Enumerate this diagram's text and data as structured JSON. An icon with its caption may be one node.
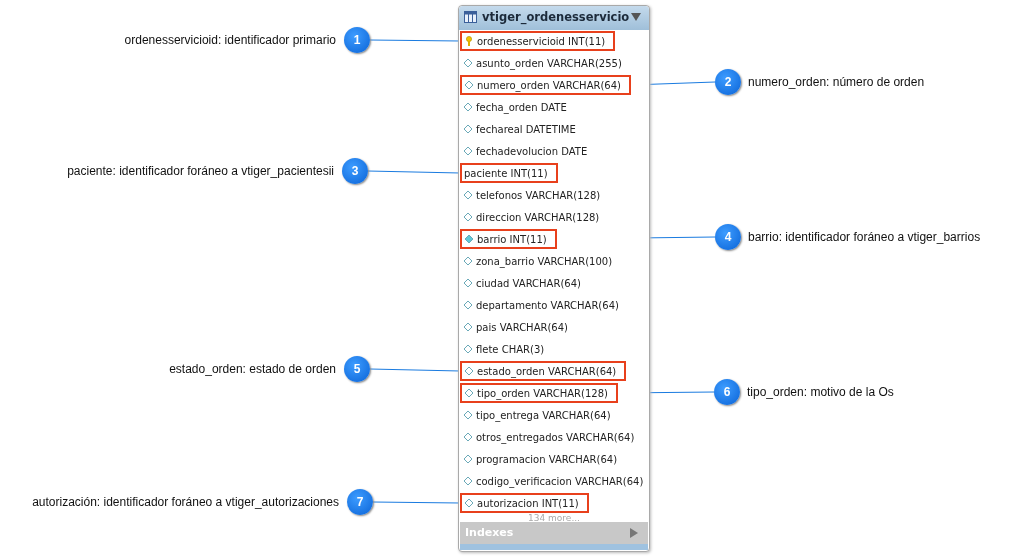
{
  "diagram": {
    "nodes": [
      {
        "text": [
          "vtiger_ordenesservicio"
        ]
      },
      {
        "text": [
          "ordenesservicioid INT(11)"
        ],
        "in": 0
      },
      {
        "text": [
          "asunto_orden VARCHAR(255)"
        ],
        "in": 0
      },
      {
        "text": [
          "numero_orden VARCHAR(64)"
        ],
        "in": 0
      },
      {
        "text": [
          "fecha_orden DATE"
        ],
        "in": 0
      },
      {
        "text": [
          "fechareal DATETIME"
        ],
        "in": 0
      },
      {
        "text": [
          "fechadevolucion DATE"
        ],
        "in": 0
      },
      {
        "text": [
          "paciente INT(11)"
        ],
        "in": 0
      },
      {
        "text": [
          "telefonos VARCHAR(128)"
        ],
        "in": 0
      },
      {
        "text": [
          "direccion VARCHAR(128)"
        ],
        "in": 0
      },
      {
        "text": [
          "barrio INT(11)"
        ],
        "in": 0
      },
      {
        "text": [
          "zona_barrio VARCHAR(100)"
        ],
        "in": 0
      },
      {
        "text": [
          "ciudad VARCHAR(64)"
        ],
        "in": 0
      },
      {
        "text": [
          "departamento VARCHAR(64)"
        ],
        "in": 0
      },
      {
        "text": [
          "pais VARCHAR(64)"
        ],
        "in": 0
      },
      {
        "text": [
          "flete CHAR(3)"
        ],
        "in": 0
      },
      {
        "text": [
          "estado_orden VARCHAR(64)"
        ],
        "in": 0
      },
      {
        "text": [
          "tipo_orden VARCHAR(128)"
        ],
        "in": 0
      },
      {
        "text": [
          "tipo_entrega VARCHAR(64)"
        ],
        "in": 0
      },
      {
        "text": [
          "otros_entregados VARCHAR(64)"
        ],
        "in": 0
      },
      {
        "text": [
          "programacion VARCHAR(64)"
        ],
        "in": 0
      },
      {
        "text": [
          "codigo_verificacion VARCHAR(64)"
        ],
        "in": 0
      },
      {
        "text": [
          "autorizacion INT(11)"
        ],
        "in": 0
      },
      {
        "text": [
          "Indexes"
        ],
        "in": 0
      },
      {
        "text": [
          "1"
        ],
        "beside": [
          "ordenesservicioid: identificador primario"
        ]
      },
      {
        "text": [
          "2"
        ],
        "beside": [
          "numero_orden: número de orden"
        ]
      },
      {
        "text": [
          "3"
        ],
        "beside": [
          "paciente: identificador foráneo a vtiger_pacientesii"
        ]
      },
      {
        "text": [
          "4"
        ],
        "beside": [
          "barrio: identificador foráneo a vtiger_barrios"
        ]
      },
      {
        "text": [
          "5"
        ],
        "beside": [
          "estado_orden: estado de orden"
        ]
      },
      {
        "text": [
          "6"
        ],
        "beside": [
          "tipo_orden: motivo de la Os"
        ]
      },
      {
        "text": [
          "7"
        ],
        "beside": [
          "autorización: identificador foráneo a vtiger_autorizaciones"
        ]
      }
    ],
    "edges": [
      {
        "from": 24,
        "to": 1,
        "arrow": "none"
      },
      {
        "from": 25,
        "to": 3,
        "arrow": "none"
      },
      {
        "from": 26,
        "to": 7,
        "arrow": "none"
      },
      {
        "from": 27,
        "to": 10,
        "arrow": "none"
      },
      {
        "from": 28,
        "to": 16,
        "arrow": "none"
      },
      {
        "from": 29,
        "to": 17,
        "arrow": "none"
      },
      {
        "from": 30,
        "to": 22,
        "arrow": "none"
      }
    ],
    "labels": [
      "134 more..."
    ]
  }
}
